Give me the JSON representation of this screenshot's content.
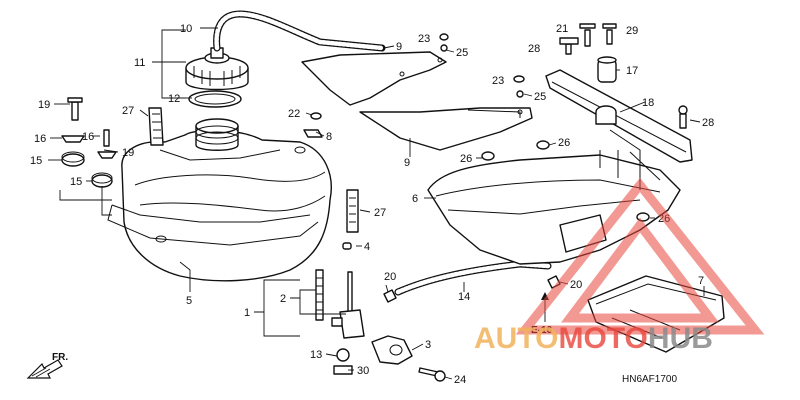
{
  "callouts": [
    "1",
    "2",
    "3",
    "4",
    "5",
    "6",
    "7",
    "8",
    "9",
    "9",
    "10",
    "11",
    "12",
    "13",
    "14",
    "15",
    "15",
    "16",
    "16",
    "17",
    "18",
    "19",
    "19",
    "20",
    "20",
    "21",
    "22",
    "23",
    "23",
    "24",
    "25",
    "25",
    "26",
    "26",
    "26",
    "27",
    "27",
    "28",
    "28",
    "29",
    "30"
  ],
  "reference_code": "E-16",
  "front_label": "FR.",
  "diagram_code": "HN6AF1700",
  "watermark": {
    "text_auto": "AUTO",
    "text_moto": "MOTO",
    "text_hub": "HUB",
    "colors": {
      "auto": "#f2b25c",
      "moto": "#e8453c",
      "hub": "#8a8a8a"
    }
  }
}
